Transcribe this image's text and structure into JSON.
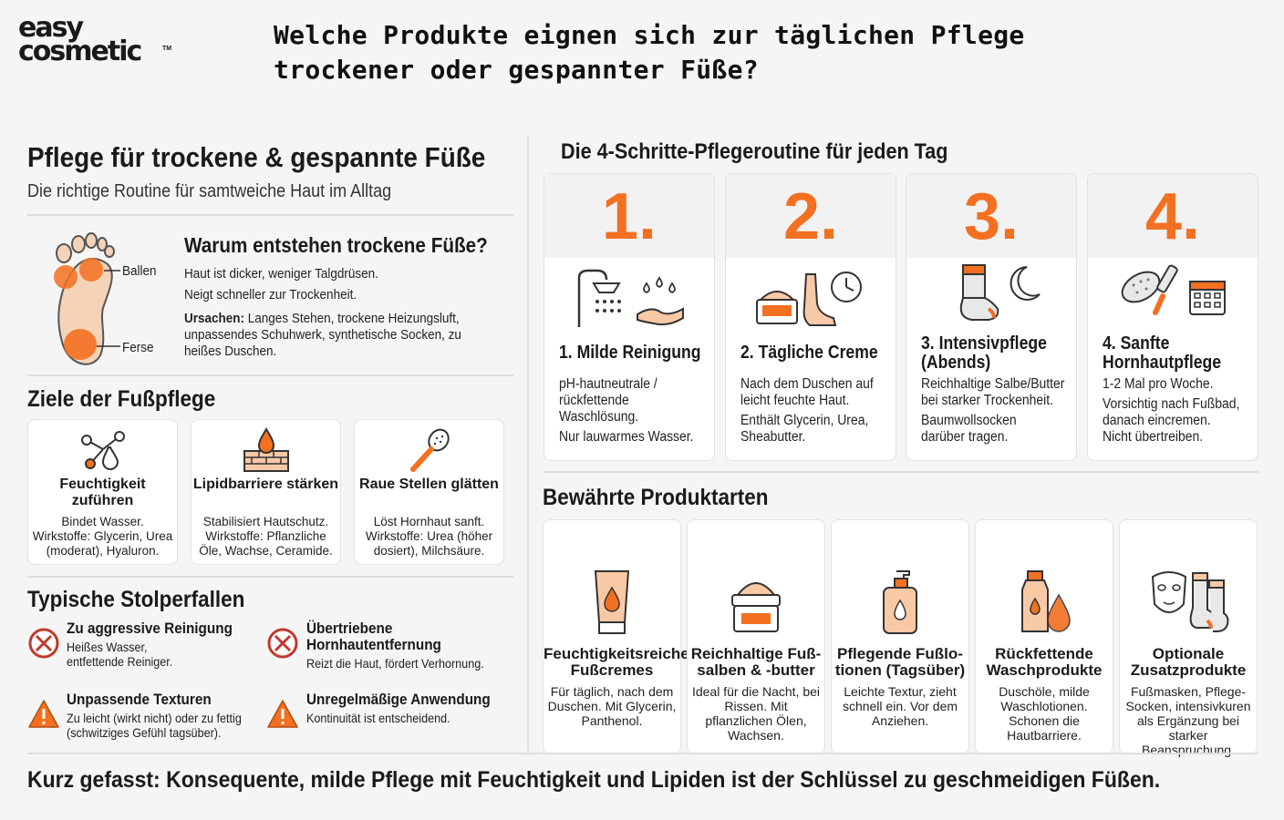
{
  "logo": {
    "line1": "easy",
    "line2": "cosmetic",
    "tm": "TM"
  },
  "main_question": "Welche Produkte eignen sich zur täglichen Pflege trockener oder gespannter Füße?",
  "left": {
    "title": "Pflege für trockene & gespannte Füße",
    "subtitle": "Die richtige Routine für samtweiche Haut im Alltag",
    "foot_labels": {
      "ballen": "Ballen",
      "ferse": "Ferse"
    },
    "why": {
      "title": "Warum entstehen trockene Füße?",
      "line1": "Haut ist dicker, weniger Talgdrüsen.",
      "line2": "Neigt schneller zur Trockenheit.",
      "causes_label": "Ursachen:",
      "causes_text": " Langes Stehen, trockene Heizungsluft, unpassendes Schuhwerk, synthetische Socken, zu heißes Duschen."
    },
    "goals_title": "Ziele der Fußpflege",
    "goals": [
      {
        "title": "Feuchtigkeit zuführen",
        "desc": "Bindet Wasser. Wirkstoffe: Glycerin, Urea (moderat), Hyaluron.",
        "icon": "molecule-drop-icon"
      },
      {
        "title": "Lipidbarriere stärken",
        "desc": "Stabilisiert Hautschutz. Wirkstoffe: Pflanzliche Öle, Wachse, Ceramide.",
        "icon": "brick-wall-drop-icon"
      },
      {
        "title": "Raue Stellen glätten",
        "desc": "Löst Hornhaut sanft. Wirkstoffe: Urea (höher dosiert), Milchsäure.",
        "icon": "foot-file-icon"
      }
    ],
    "pitfalls_title": "Typische Stolperfallen",
    "pitfalls": [
      {
        "title": "Zu aggressive Reinigung",
        "line1": "Heißes Wasser,",
        "line2": "entfettende Reiniger.",
        "icon": "prohibited-icon"
      },
      {
        "title": "Übertriebene",
        "title2": "Hornhautentfernung",
        "line1": "Reizt die Haut, fördert Verhornung.",
        "line2": "",
        "icon": "prohibited-icon"
      },
      {
        "title": "Unpassende Texturen",
        "line1": "Zu leicht (wirkt nicht) oder zu fettig",
        "line2": "(schwitziges Gefühl tagsüber).",
        "icon": "warning-icon"
      },
      {
        "title": "Unregelmäßige Anwendung",
        "line1": "Kontinuität ist entscheidend.",
        "line2": "",
        "icon": "warning-icon"
      }
    ]
  },
  "routine": {
    "title": "Die 4-Schritte-Pflegeroutine für jeden Tag",
    "steps": [
      {
        "num": "1.",
        "title1": "1. Milde Reinigung",
        "title2": "",
        "lines": [
          "pH-hautneutrale /",
          "rückfettende",
          "Waschlösung.",
          "Nur lauwarmes Wasser."
        ],
        "icon": "shower-hand-icon"
      },
      {
        "num": "2.",
        "title1": "2. Tägliche Creme",
        "title2": "",
        "lines": [
          "Nach dem Duschen auf",
          "leicht feuchte Haut.",
          "Enthält Glycerin, Urea,",
          "Sheabutter."
        ],
        "icon": "cream-jar-clock-icon"
      },
      {
        "num": "3.",
        "title1": "3. Intensivpflege",
        "title2": "(Abends)",
        "lines": [
          "Reichhaltige Salbe/Butter",
          "bei starker Trockenheit.",
          "Baumwollsocken",
          "darüber tragen."
        ],
        "icon": "sock-moon-icon"
      },
      {
        "num": "4.",
        "title1": "4. Sanfte",
        "title2": "Hornhautpflege",
        "lines": [
          "1-2 Mal pro Woche.",
          "Vorsichtig nach Fußbad,",
          "danach eincremen.",
          "Nicht übertreiben."
        ],
        "icon": "pumice-calendar-icon"
      }
    ]
  },
  "products": {
    "title": "Bewährte Produktarten",
    "items": [
      {
        "title": "Feuchtigkeitsreiche Fußcremes",
        "desc": "Für täglich, nach dem Duschen. Mit Glycerin, Panthenol.",
        "icon": "tube-icon"
      },
      {
        "title": "Reichhaltige Fuß-salben & -butter",
        "desc": "Ideal für die Nacht, bei Rissen. Mit pflanzlichen Ölen, Wachsen.",
        "icon": "butter-jar-icon"
      },
      {
        "title": "Pflegende Fußlo-tionen (Tagsüber)",
        "desc": "Leichte Textur, zieht schnell ein. Vor dem Anziehen.",
        "icon": "pump-bottle-icon"
      },
      {
        "title": "Rückfettende Waschprodukte",
        "desc": "Duschöle, milde Waschlotionen. Schonen die Hautbarriere.",
        "icon": "oil-bottle-drop-icon"
      },
      {
        "title": "Optionale Zusatzprodukte",
        "desc": "Fußmasken, Pflege-Socken, intensivkuren als Ergänzung bei starker Beanspruchung.",
        "icon": "mask-socks-icon"
      }
    ]
  },
  "summary": "Kurz gefasst: Konsequente, milde Pflege mit Feuchtigkeit und Lipiden ist der Schlüssel zu geschmeidigen Füßen.",
  "colors": {
    "accent": "#f37021",
    "card_bg": "#ffffff",
    "page_bg": "#f5f5f5",
    "danger": "#c0392b"
  }
}
